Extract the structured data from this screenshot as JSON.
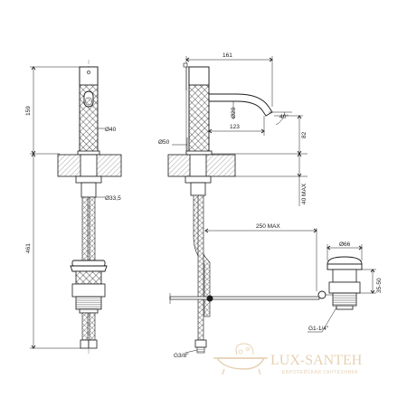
{
  "dimensions": {
    "front_height_upper": "159",
    "front_height_total": "461",
    "front_dia_body": "Ø40",
    "front_dia_shank": "Ø33,5",
    "side_spout_reach": "161",
    "side_dia_spout": "Ø20",
    "side_spout_offset": "123",
    "side_angle": "40°",
    "side_spout_height": "82",
    "side_dia_base": "Ø50",
    "side_max_deck": "40 MAX",
    "side_max_rod": "250 MAX",
    "side_thread_hose": "G3/8\"",
    "waste_dia": "Ø66",
    "waste_range": "35-50",
    "waste_thread": "G1-1/4\""
  },
  "watermark": {
    "brand": "LUX-SANTEH",
    "tagline": "ЕВРОПЕЙСКАЯ САНТЕХНИКА"
  },
  "colors": {
    "line": "#1a1a1a",
    "hatch": "#9a9a9a",
    "watermark": "#e2c9a6"
  }
}
